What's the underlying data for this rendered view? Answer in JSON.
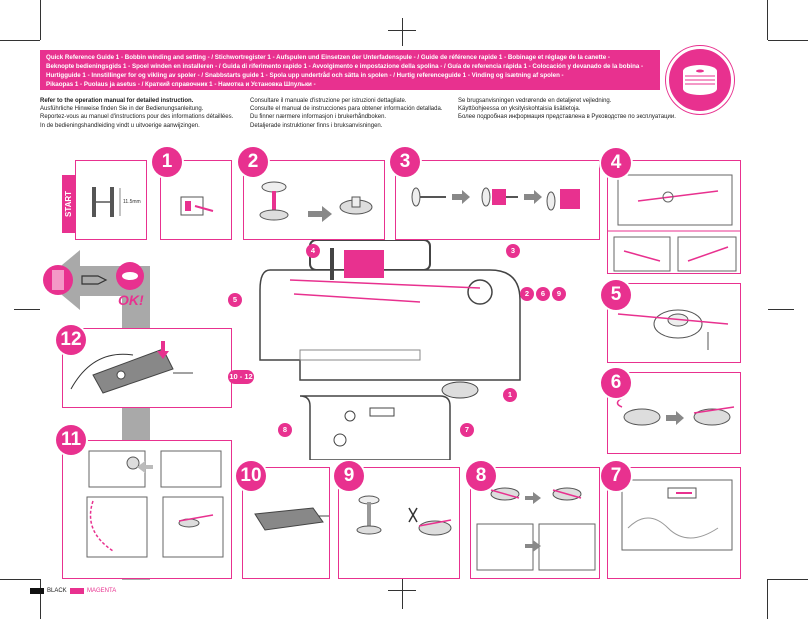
{
  "header": {
    "lines": [
      "Quick Reference Guide 1 - Bobbin winding and setting - / Stichwortregister 1 - Aufspulen und Einsetzen der Unterfadenspule - / Guide de référence rapide 1 - Bobinage et réglage de la canette -",
      "Beknopte bedieningsgids 1 - Spoel winden en installeren - / Guida di riferimento rapido 1 - Avvolgimento e impostazione della spolina - / Guía de referencia rápida 1 - Colocación y devanado de la bobina -",
      "Hurtigguide 1 - Innstillinger for og vikling av spoler - / Snabbstarts guide 1 - Spola upp undertråd och sätta in spolen - / Hurtig referenceguide 1 - Vinding og isætning af spolen -",
      "Pikaopas 1 - Puolaus ja asetus - / Краткий справочник 1 - Намотка и Установка Шпульки -"
    ]
  },
  "notes": {
    "col1": [
      "Refer to the operation manual for detailed instruction.",
      "Ausführliche Hinweise finden Sie in der Bedienungsanleitung.",
      "Reportez-vous au manuel d'instructions pour des informations détaillées.",
      "In de bedieningshandleiding vindt u uitvoerige aanwijzingen."
    ],
    "col2": [
      "Consultare il manuale d'istruzione per istruzioni dettagliate.",
      "Consulte el manual de instrucciones para obtener información detallada.",
      "Du finner nærmere informasjon i brukerhåndboken.",
      "Detaljerade instruktioner finns i bruksanvisningen."
    ],
    "col3": [
      "Se brugsanvisningen vedrørende en detaljeret vejledning.",
      "Käyttöohjeessa on yksityiskohtaisia lisätietoja.",
      "Более подробная информация представлена в Руководстве по эксплуатации."
    ]
  },
  "start_label": "START",
  "dimension_label": "11.5mm",
  "ok_label": "OK!",
  "steps": {
    "s1": "1",
    "s2": "2",
    "s3": "3",
    "s4": "4",
    "s5": "5",
    "s6": "6",
    "s7": "7",
    "s8": "8",
    "s9": "9",
    "s10": "10",
    "s11": "11",
    "s12": "12"
  },
  "callouts": {
    "c4": "4",
    "c3": "3",
    "c5": "5",
    "c2": "2",
    "c6": "6",
    "c9": "9",
    "c10_12": "10 - 12",
    "c1": "1",
    "c8": "8",
    "c7": "7"
  },
  "footer": {
    "black": "BLACK",
    "magenta": "MAGENTA"
  },
  "colors": {
    "accent": "#e8318f",
    "light": "#f9d3e6",
    "gray": "#9a9a9a"
  }
}
